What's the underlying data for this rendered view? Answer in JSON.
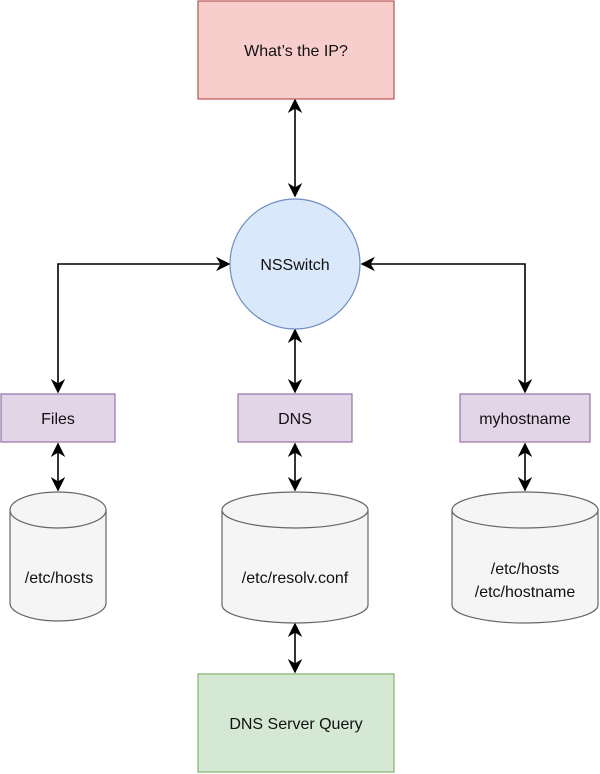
{
  "nodes": {
    "query": {
      "label": "What’s the IP?",
      "fill": "#F8CECC",
      "stroke": "#B85450"
    },
    "nsswitch": {
      "label": "NSSwitch",
      "fill": "#DAE8FC",
      "stroke": "#6C8EBF"
    },
    "files": {
      "label": "Files",
      "fill": "#E1D5E7",
      "stroke": "#9673A6"
    },
    "dns": {
      "label": "DNS",
      "fill": "#E1D5E7",
      "stroke": "#9673A6"
    },
    "myhostname": {
      "label": "myhostname",
      "fill": "#E1D5E7",
      "stroke": "#9673A6"
    },
    "files_db": {
      "label": "/etc/hosts",
      "fill": "#F5F5F5",
      "stroke": "#666666"
    },
    "dns_db": {
      "label": "/etc/resolv.conf",
      "fill": "#F5F5F5",
      "stroke": "#666666"
    },
    "myhostname_db": {
      "line1": "/etc/hosts",
      "line2": "/etc/hostname",
      "fill": "#F5F5F5",
      "stroke": "#666666"
    },
    "dns_server": {
      "label": "DNS Server Query",
      "fill": "#D5E8D4",
      "stroke": "#82B366"
    }
  },
  "edges": [
    {
      "from": "query",
      "to": "nsswitch",
      "arrows": "both"
    },
    {
      "from": "nsswitch",
      "to": "files",
      "arrows": "both"
    },
    {
      "from": "nsswitch",
      "to": "dns",
      "arrows": "both"
    },
    {
      "from": "nsswitch",
      "to": "myhostname",
      "arrows": "both"
    },
    {
      "from": "files",
      "to": "files_db",
      "arrows": "both"
    },
    {
      "from": "dns",
      "to": "dns_db",
      "arrows": "both"
    },
    {
      "from": "myhostname",
      "to": "myhostname_db",
      "arrows": "both"
    },
    {
      "from": "dns_db",
      "to": "dns_server",
      "arrows": "both"
    }
  ]
}
